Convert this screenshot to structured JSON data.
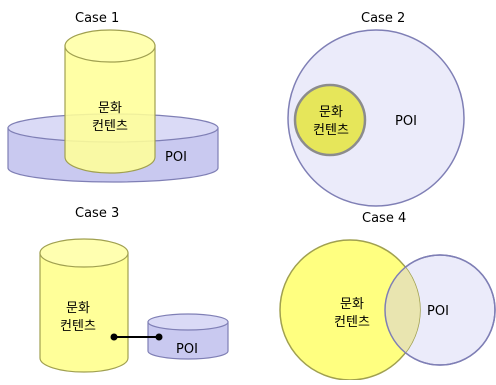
{
  "cases": [
    {
      "title": "Case 1",
      "content_line1": "문화",
      "content_line2": "컨텐츠",
      "poi": "POI"
    },
    {
      "title": "Case 2",
      "content_line1": "문화",
      "content_line2": "컨텐츠",
      "poi": "POI"
    },
    {
      "title": "Case 3",
      "content_line1": "문화",
      "content_line2": "컨텐츠",
      "poi": "POI"
    },
    {
      "title": "Case 4",
      "content_line1": "문화",
      "content_line2": "컨텐츠",
      "poi": "POI"
    }
  ],
  "colors": {
    "content_fill": "#FFFF99",
    "content_fill_case2": "#E6E65A",
    "content_stroke": "#A0A050",
    "poi_fill": "#C9C9F0",
    "poi_fill_light": "#EBEBFA",
    "poi_stroke": "#7F7FB5",
    "overlap_fill": "#E9E5B0"
  }
}
